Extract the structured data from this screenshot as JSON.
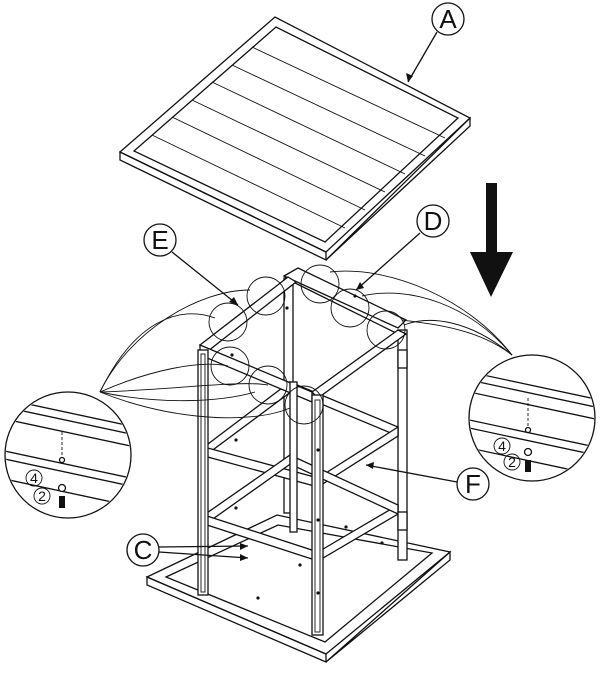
{
  "labels": {
    "A": "A",
    "C": "C",
    "D": "D",
    "E": "E",
    "F": "F"
  },
  "callouts": {
    "left": {
      "washer": "4",
      "screw": "2"
    },
    "right": {
      "washer": "4",
      "screw": "2"
    }
  },
  "arrow": {
    "direction": "down"
  },
  "colors": {
    "line": "#111111",
    "background": "#ffffff"
  }
}
